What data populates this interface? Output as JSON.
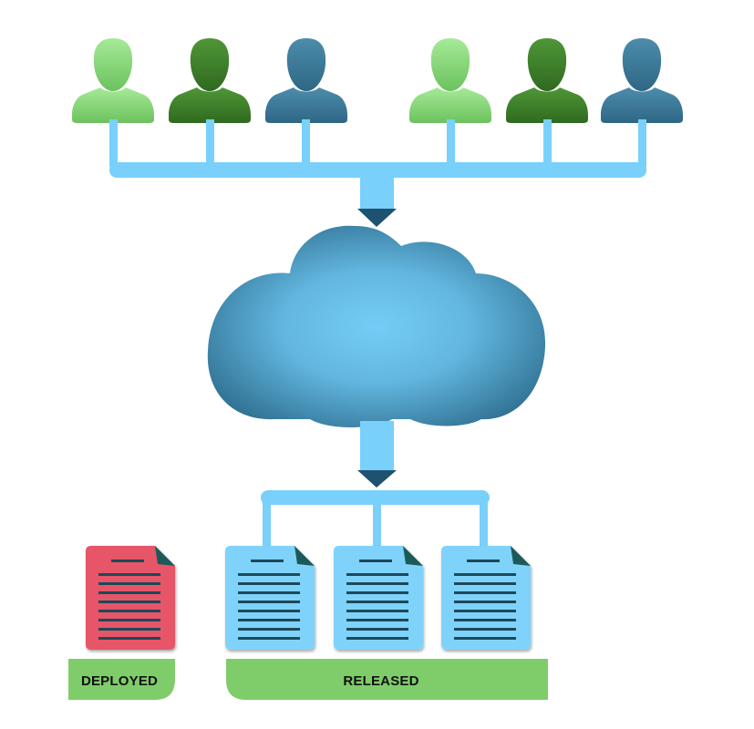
{
  "colors": {
    "user_light_green": "#86d97a",
    "user_dark_green": "#3f7d2a",
    "user_blue": "#3b7897",
    "connector": "#79d0fb",
    "arrow_tip": "#1d5271",
    "cloud_center": "#6ec8f2",
    "cloud_edge": "#2f6f90",
    "doc_blue": "#7fd3fb",
    "doc_red": "#e65468",
    "doc_fold": "#1f5a5a",
    "doc_lines": "#1b4a5a",
    "tag_green": "#7fcd6a"
  },
  "users": [
    {
      "color": "user_light_green"
    },
    {
      "color": "user_dark_green"
    },
    {
      "color": "user_blue"
    },
    {
      "color": "user_light_green"
    },
    {
      "color": "user_dark_green"
    },
    {
      "color": "user_blue"
    }
  ],
  "icons": {
    "user": "user-icon",
    "cloud": "cloud-icon",
    "document": "document-icon"
  },
  "documents": {
    "deployed_count": 1,
    "released_count": 3
  },
  "labels": {
    "deployed": "DEPLOYED",
    "released": "RELEASED"
  }
}
